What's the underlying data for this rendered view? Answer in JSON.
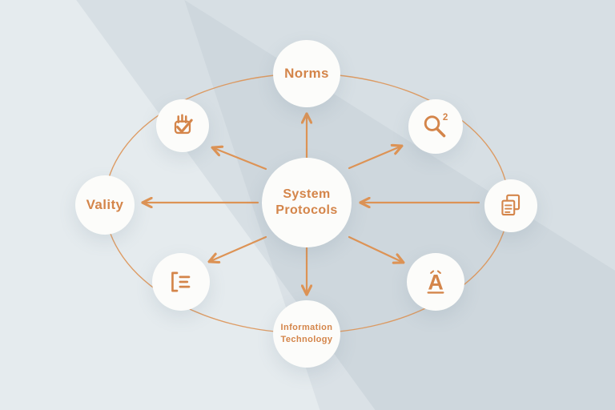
{
  "canvas": {
    "background": "#e5ebee",
    "accent": "#d4854a",
    "connector_color": "#dd9355",
    "node_background": "#fcfcfa"
  },
  "nodes": {
    "center": {
      "label": "System\nProtocols"
    },
    "top": {
      "label": "Norms"
    },
    "left": {
      "label": "Vality"
    },
    "bottom": {
      "label": "Information\nTechnology"
    },
    "top_left": {
      "icon": "hand-check-icon"
    },
    "top_right": {
      "icon": "magnifier-icon",
      "superscript": "2"
    },
    "right": {
      "icon": "documents-icon"
    },
    "bottom_left": {
      "icon": "list-lines-icon"
    },
    "bottom_right": {
      "icon": "letter-a-icon",
      "letter": "A"
    }
  },
  "connectors": {
    "shape": "ellipse",
    "arrow_count": 8
  }
}
